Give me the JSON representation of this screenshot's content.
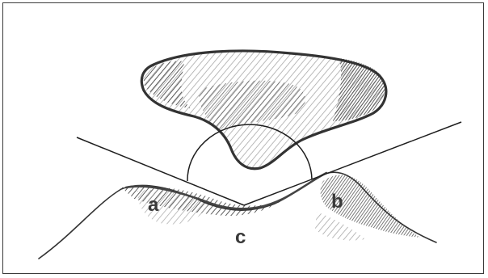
{
  "labels": {
    "a": "a",
    "b": "b",
    "c": "c"
  },
  "colors": {
    "ink": "#3a3a3a",
    "shade_dark": "#555555",
    "shade_mid": "#8a8a8a",
    "shade_light": "#c4c4c4"
  }
}
